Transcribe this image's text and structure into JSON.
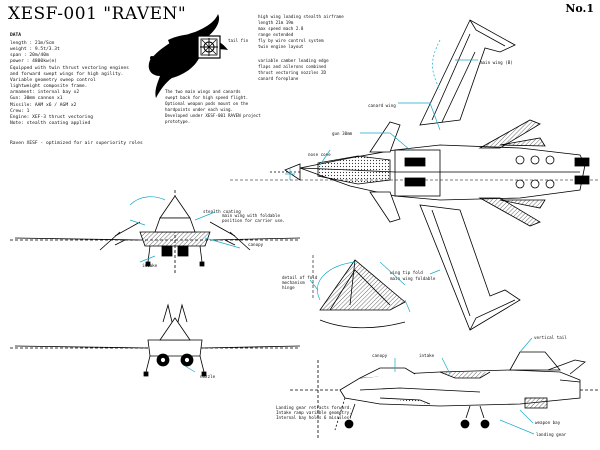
{
  "sheet": {
    "title": "XESF-001 \"RAVEN\"",
    "sheet_no": "No.1"
  },
  "spec_block": {
    "heading": "DATA",
    "lines": [
      "length : 21m/Scm",
      "weight : 9.5t/3.3t",
      "span : 20m/40m",
      "power : 4800kw(e)",
      "Equipped with twin thrust vectoring engines",
      "and forward swept wings for high agility.",
      "Variable geometry sweep control",
      "lightweight composite frame.",
      "armament: internal bay x2",
      "Gun: 30mm cannon x1",
      "Missile: AAM x6 / AGM x2",
      "Crew: 1",
      "Engine: XEF-3 thrust vectoring",
      "Note: stealth coating applied"
    ],
    "footer": "Raven XESF - optimized for air superiority roles"
  },
  "middle_notes": {
    "top": [
      "high wing loading stealth airframe",
      "length 21m 19m",
      "max speed mach 2.8",
      "range extended",
      "fly by wire control system",
      "twin engine layout"
    ],
    "mid": [
      "variable camber leading edge",
      "flaps and ailerons combined",
      "thrust vectoring nozzles 2D",
      "canard foreplane"
    ],
    "low": [
      "The two main wings and canards",
      "swept back for high speed flight.",
      "Optional weapon pods mount on the",
      "hardpoints under each wing.",
      "Developed under XESF-001 RAVEN project",
      "prototype."
    ]
  },
  "callouts": {
    "tail_fin": "tail fin",
    "main_wing_top": "main wing (B)",
    "canard_top": "canard wing",
    "gun_top": "gun 30mm",
    "nose_cone": "nose cone",
    "main_wing_note": "wing tip fold",
    "main_wing_note2": "main wing foldable",
    "front_stealth": "stealth coating",
    "front_intake": "intake",
    "front_canopy": "canopy",
    "front_note": "main wing with foldable\nposition for carrier use.",
    "rear_nozzle": "nozzle",
    "wing_detail_note": "detail of fold\nmechanism\nhinge",
    "side_canopy": "canopy",
    "side_intake": "intake",
    "side_vtail": "vertical tail",
    "side_weapon_bay": "weapon bay",
    "side_gear": "landing gear",
    "side_note": "Landing gear retracts forward.\nIntake ramp variable geometry.\nInternal bay holds 6 missiles."
  },
  "colors": {
    "line": "#000000",
    "callout_line": "#1aa8c8",
    "hatch": "#444444"
  },
  "icons": {
    "raven": "raven-emblem-icon",
    "crest": "crest-emblem-icon"
  }
}
